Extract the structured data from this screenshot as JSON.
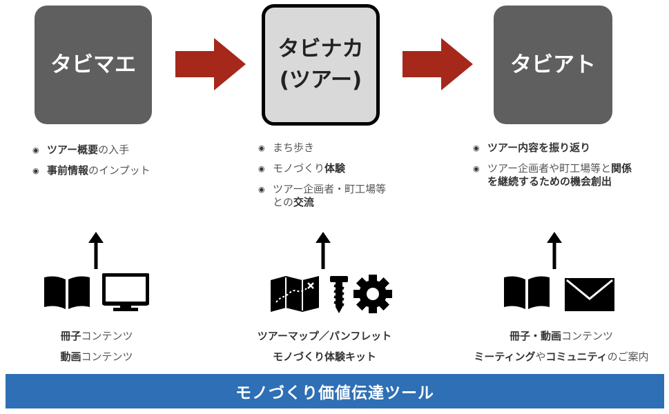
{
  "stages": [
    {
      "title": "タビマエ"
    },
    {
      "title_line1": "タビナカ",
      "title_line2": "(ツアー)"
    },
    {
      "title": "タビアト"
    }
  ],
  "before_bullets": [
    {
      "strong": "ツアー概要",
      "rest": "の入手"
    },
    {
      "strong": "事前情報",
      "rest": "のインプット"
    }
  ],
  "during_bullets": [
    {
      "text": "まち歩き"
    },
    {
      "plain": "モノづくり",
      "strong": "体験"
    },
    {
      "line1": "ツアー企画者・町工場等",
      "line2_plain": "との",
      "line2_strong": "交流"
    }
  ],
  "after_bullets": [
    {
      "strong": "ツアー内容を振り返り"
    },
    {
      "line1_plain": "ツアー企画者や町工場等と",
      "line1_strong": "関係",
      "line2_strong": "を継続するための機会創出"
    }
  ],
  "bullet_mark": "◉",
  "captions": {
    "before": [
      {
        "strong": "冊子",
        "rest": "コンテンツ"
      },
      {
        "strong": "動画",
        "rest": "コンテンツ"
      }
    ],
    "during": [
      {
        "strong": "ツアーマップ／パンフレット"
      },
      {
        "strong": "モノづくり体験キット"
      }
    ],
    "after": [
      {
        "strong": "冊子・動画",
        "rest": "コンテンツ"
      },
      {
        "strong1": "ミーティング",
        "mid": "や",
        "strong2": "コミュニティ",
        "rest": "のご案内"
      }
    ]
  },
  "icons": [
    "book-icon",
    "monitor-icon",
    "map-icon",
    "screw-icon",
    "gear-icon",
    "book-icon",
    "envelope-icon"
  ],
  "banner": {
    "label": "モノづくり価値伝達ツール"
  },
  "colors": {
    "arrow": "#a5281b",
    "banner": "#2e6fb5",
    "dark_box": "#5f5f5f",
    "light_box": "#d9d9d9"
  }
}
